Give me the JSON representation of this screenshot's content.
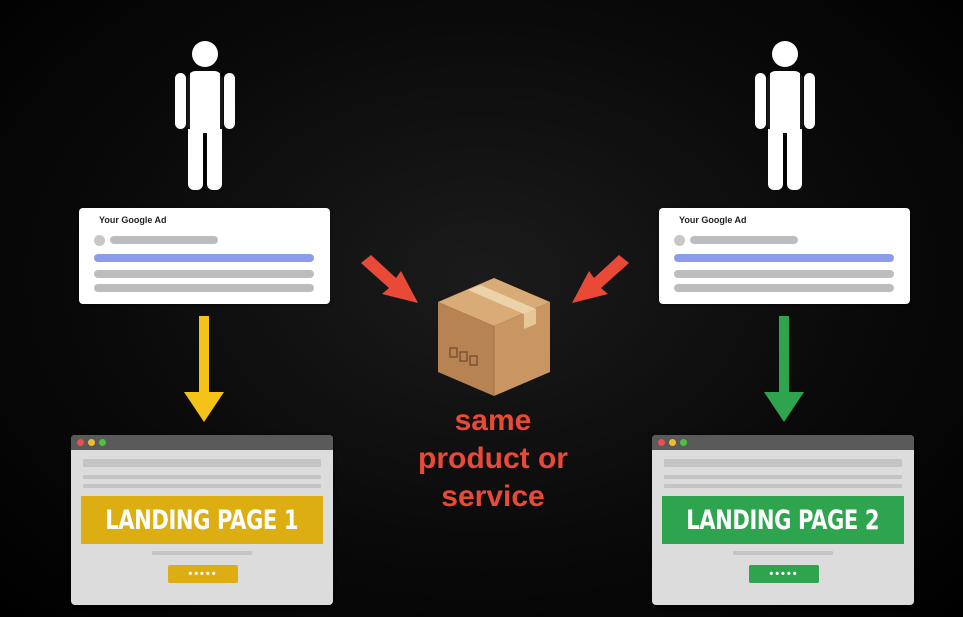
{
  "ads": [
    {
      "title": "Your Google Ad"
    },
    {
      "title": "Your Google Ad"
    }
  ],
  "landing_pages": [
    {
      "label": "LANDING PAGE 1",
      "button_text": "•••••",
      "accent": "#dcae12",
      "arrow_color": "#f5c218"
    },
    {
      "label": "LANDING PAGE 2",
      "button_text": "•••••",
      "accent": "#2fa44f",
      "arrow_color": "#2fa44f"
    }
  ],
  "center": {
    "line1": "same",
    "line2": "product or",
    "line3": "service",
    "color": "#e94a38",
    "icon": "box-icon"
  },
  "colors": {
    "background": "#0a0a0a",
    "pointer_arrow": "#e94a38",
    "ad_highlight": "#8c9bea"
  },
  "icons": [
    "person-icon",
    "box-icon",
    "arrow-down-icon",
    "arrow-pointer-icon"
  ]
}
